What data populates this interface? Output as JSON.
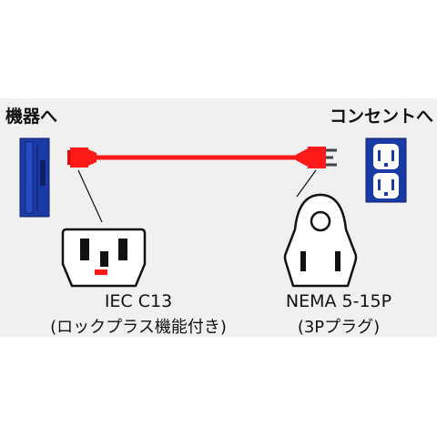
{
  "labels": {
    "device_side": "機器へ",
    "outlet_side": "コンセントへ"
  },
  "connectors": {
    "c13": {
      "name": "IEC C13",
      "note": "(ロックプラス機能付き)"
    },
    "nema": {
      "name": "NEMA 5-15P",
      "note": "(3Pプラグ)"
    }
  },
  "colors": {
    "cord": "#ff1a1a",
    "device_blue": "#1a3aa6",
    "outlet_blue": "#1a3aa6",
    "panel": "#f0f0f0",
    "lock": "#ff1a1a"
  },
  "icons": [
    "device-icon",
    "c13-connector-icon",
    "power-cord-icon",
    "nema-plug-icon",
    "c13-face-icon",
    "nema-face-icon",
    "wall-outlet-icon"
  ]
}
